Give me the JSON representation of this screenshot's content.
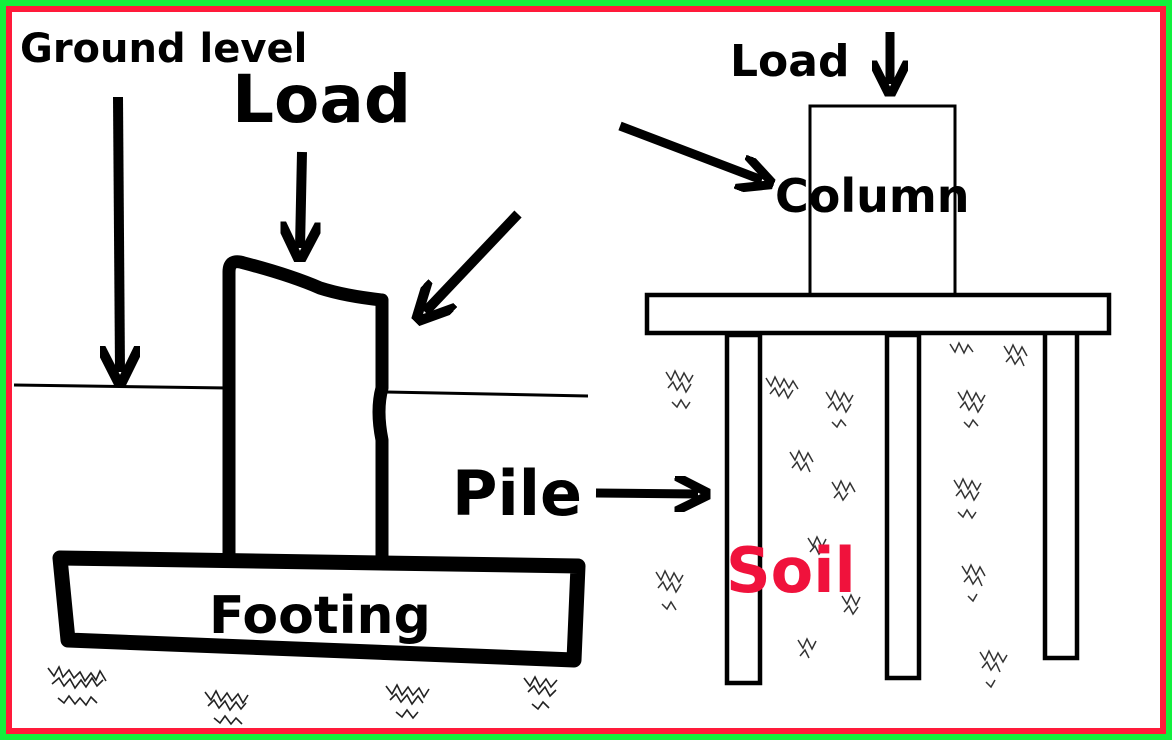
{
  "labels": {
    "ground_level": "Ground level",
    "load_left": "Load",
    "load_right": "Load",
    "column": "Column",
    "pile": "Pile",
    "soil": "Soil",
    "footing": "Footing"
  },
  "colors": {
    "frame_outer": "#12f03c",
    "frame_inner": "#ff1a3a",
    "soil_text": "#f0123c",
    "ink": "#000000"
  }
}
